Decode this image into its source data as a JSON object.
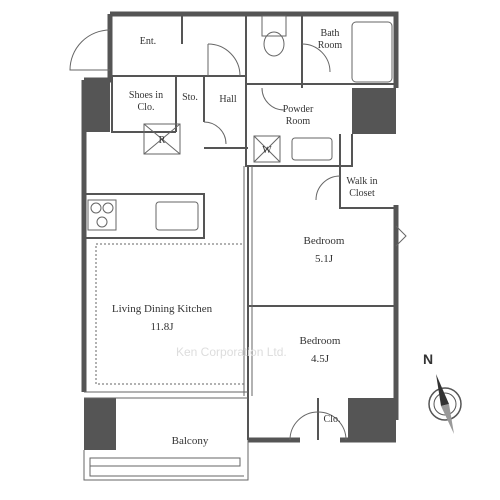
{
  "rooms": {
    "entrance": "Ent.",
    "bath_room_line1": "Bath",
    "bath_room_line2": "Room",
    "shoes_line1": "Shoes in",
    "shoes_line2": "Clo.",
    "storage": "Sto.",
    "hall": "Hall",
    "powder_line1": "Powder",
    "powder_line2": "Room",
    "refrigerator": "R",
    "washer": "W",
    "walkin_line1": "Walk in",
    "walkin_line2": "Closet",
    "bedroom1": "Bedroom",
    "bedroom1_size": "5.1J",
    "bedroom2": "Bedroom",
    "bedroom2_size": "4.5J",
    "ldk": "Living Dining Kitchen",
    "ldk_size": "11.8J",
    "closet": "Clo.",
    "balcony": "Balcony"
  },
  "watermark": "Ken Corporation Ltd.",
  "compass_label": "N",
  "colors": {
    "wall": "#555555",
    "background": "#ffffff",
    "text": "#333333"
  }
}
